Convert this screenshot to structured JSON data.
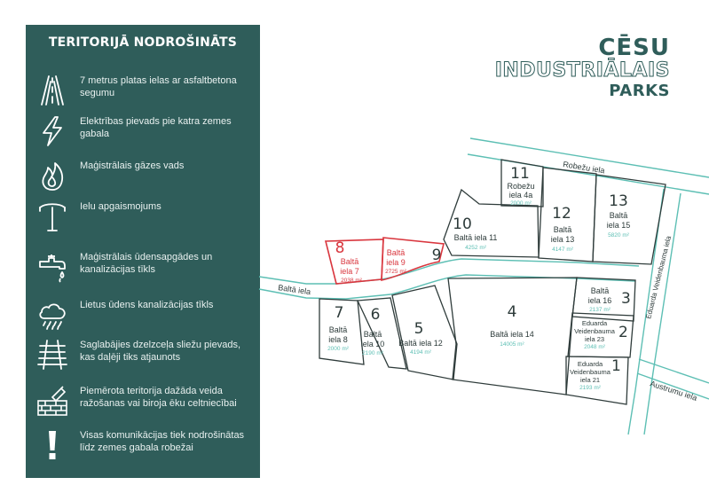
{
  "panel": {
    "title": "TERITORIJĀ NODROŠINĀTS",
    "features": [
      {
        "icon": "road-icon",
        "text": "7 metrus platas ielas ar asfaltbetona segumu"
      },
      {
        "icon": "lightning-icon",
        "text": "Elektrības pievads pie katra zemes gabala"
      },
      {
        "icon": "flame-icon",
        "text": "Maģistrālais gāzes vads"
      },
      {
        "icon": "street-lamp-icon",
        "text": "Ielu apgaismojums"
      },
      {
        "icon": "water-tap-icon",
        "text": "Maģistrālais ūdensapgādes un kanalizācijas tīkls"
      },
      {
        "icon": "rain-cloud-icon",
        "text": "Lietus ūdens kanalizācijas tīkls"
      },
      {
        "icon": "railway-icon",
        "text": "Saglabājies dzelzceļa sliežu pievads, kas daļēji tiks atjaunots"
      },
      {
        "icon": "construction-wall-icon",
        "text": "Piemērota teritorija dažāda veida ražošanas vai biroja ēku celtniecībai"
      },
      {
        "icon": "exclamation-icon",
        "text": "Visas komunikācijas tiek nodrošinātas līdz zemes gabala robežai"
      }
    ]
  },
  "brand": {
    "line1": "CĒSU",
    "line2": "INDUSTRIĀLAIS",
    "line3": "PARKS"
  },
  "streets": {
    "robezu": "Robežu iela",
    "balta": "Baltā iela",
    "veidenbauma": "Eduarda Veidenbauma iela",
    "austrumu": "Austrumu iela"
  },
  "plots": {
    "p1": {
      "num": "1",
      "name": [
        "Eduarda",
        "Veidenbauma",
        "iela 21"
      ],
      "area": "2193 m²"
    },
    "p2": {
      "num": "2",
      "name": [
        "Eduarda",
        "Veidenbauma",
        "iela 23"
      ],
      "area": "2048 m²"
    },
    "p3": {
      "num": "3",
      "name": [
        "Baltā",
        "iela 16"
      ],
      "area": "2137 m²"
    },
    "p4": {
      "num": "4",
      "name": [
        "Baltā iela 14"
      ],
      "area": "14005 m²"
    },
    "p5": {
      "num": "5",
      "name": [
        "Baltā iela 12"
      ],
      "area": "4194 m²"
    },
    "p6": {
      "num": "6",
      "name": [
        "Baltā",
        "iela 10"
      ],
      "area": "2190 m²"
    },
    "p7": {
      "num": "7",
      "name": [
        "Baltā",
        "iela 8"
      ],
      "area": "2000 m²"
    },
    "p8": {
      "num": "8",
      "name": [
        "Baltā",
        "iela 7"
      ],
      "area": "2038 m²"
    },
    "p9": {
      "num": "9",
      "name": [
        "Baltā",
        "iela 9"
      ],
      "area": "2725 m²"
    },
    "p10": {
      "num": "10",
      "name": [
        "Baltā iela 11"
      ],
      "area": "4252 m²"
    },
    "p11": {
      "num": "11",
      "name": [
        "Robežu",
        "iela 4a"
      ],
      "area": "2000 m²"
    },
    "p12": {
      "num": "12",
      "name": [
        "Baltā",
        "iela 13"
      ],
      "area": "4147 m²"
    },
    "p13": {
      "num": "13",
      "name": [
        "Baltā",
        "iela 15"
      ],
      "area": "5820 m²"
    }
  },
  "colors": {
    "panel": "#2f5d5a",
    "road": "#5dbfb4",
    "highlight": "#d9363e",
    "boundary": "#2f3c3b"
  }
}
